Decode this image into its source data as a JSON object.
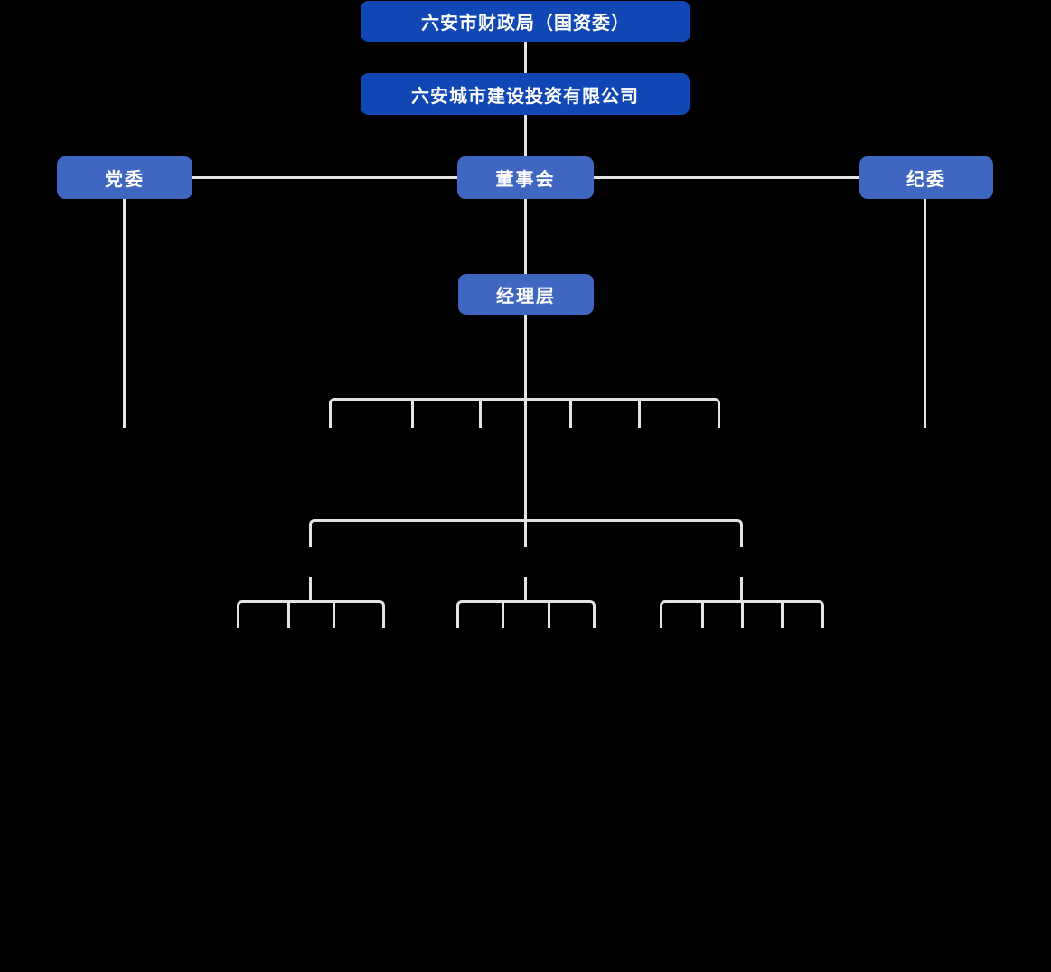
{
  "diagram": {
    "type": "org-chart",
    "nodes": {
      "root": {
        "label": "六安市财政局（国资委）"
      },
      "company": {
        "label": "六安城市建设投资有限公司"
      },
      "party_committee": {
        "label": "党委"
      },
      "board": {
        "label": "董事会"
      },
      "discipline_committee": {
        "label": "纪委"
      },
      "management": {
        "label": "经理层"
      }
    },
    "hierarchy": [
      {
        "parent": "root",
        "child": "company"
      },
      {
        "parent": "company",
        "child": "board"
      },
      {
        "parent": "board",
        "child": "party_committee"
      },
      {
        "parent": "board",
        "child": "discipline_committee"
      },
      {
        "parent": "board",
        "child": "management"
      },
      {
        "parent": "management",
        "child": "unlabeled-children-tier1 (6 connectors)"
      },
      {
        "parent": "management",
        "child": "unlabeled-children-tier2 (3 branches of 4, 4, 5 connectors)"
      }
    ],
    "colors": {
      "background": "#000000",
      "primary_node": "#1147b5",
      "secondary_node": "#3f66c0",
      "connector": "#e3e3e3",
      "node_text": "#ffffff"
    }
  }
}
